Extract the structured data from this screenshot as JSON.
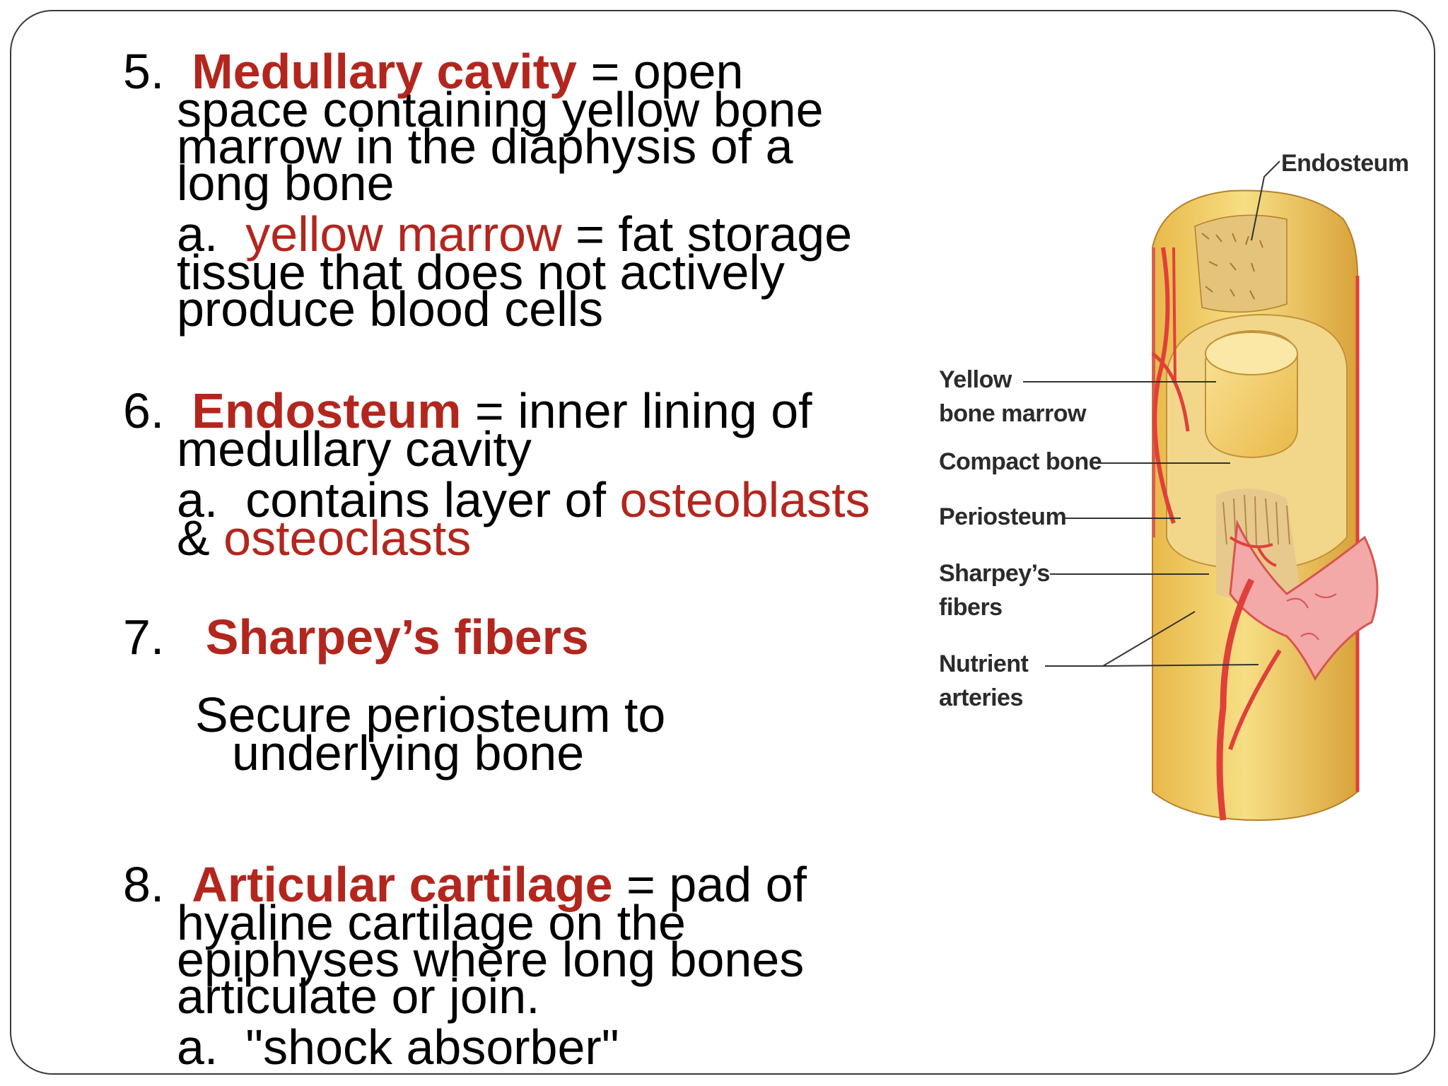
{
  "sections": [
    {
      "number": "5.",
      "term": "Medullary cavity",
      "def_first": "= open",
      "def_lines": [
        "space containing yellow bone",
        "marrow in the diaphysis of a",
        "long bone"
      ],
      "sub": {
        "prefix": "a.",
        "term": "yellow marrow",
        "def_first": "= fat storage",
        "def_lines": [
          "tissue that does not actively",
          "produce blood cells"
        ]
      }
    },
    {
      "number": "6.",
      "term": "Endosteum",
      "def_first": "= inner lining of",
      "def_lines": [
        "medullary cavity"
      ],
      "sub": {
        "prefix": "a.",
        "text_before": "contains layer of",
        "term1": "osteoblasts",
        "amp": "&",
        "term2": "osteoclasts"
      }
    },
    {
      "number": "7.",
      "term": "Sharpey’s fibers",
      "desc_lines": [
        "Secure periosteum to",
        "underlying bone"
      ]
    },
    {
      "number": "8.",
      "term": "Articular cartilage",
      "def_first": "= pad of",
      "def_lines": [
        "hyaline cartilage on the",
        "epiphyses where long bones",
        "articulate or join."
      ],
      "sub": {
        "prefix": "a.",
        "text": "\"shock absorber\""
      }
    }
  ],
  "figure": {
    "labels": {
      "endosteum": "Endosteum",
      "yellow_1": "Yellow",
      "yellow_2": "bone marrow",
      "compact": "Compact bone",
      "periosteum": "Periosteum",
      "sharpey_1": "Sharpey’s",
      "sharpey_2": "fibers",
      "nutrient_1": "Nutrient",
      "nutrient_2": "arteries"
    },
    "colors": {
      "bone": "#f2d06b",
      "bone_dark": "#d9a93a",
      "marrow": "#f7d86a",
      "periosteum": "#e8757a",
      "artery": "#e0403a"
    }
  }
}
